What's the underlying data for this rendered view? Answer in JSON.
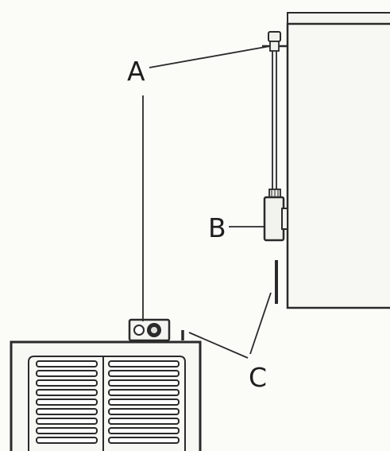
{
  "callouts": {
    "a": "A",
    "b": "B",
    "c": "C"
  },
  "colors": {
    "line": "#2a2a2a",
    "background": "#fbfbf8",
    "panel": "#f4f4f1"
  }
}
